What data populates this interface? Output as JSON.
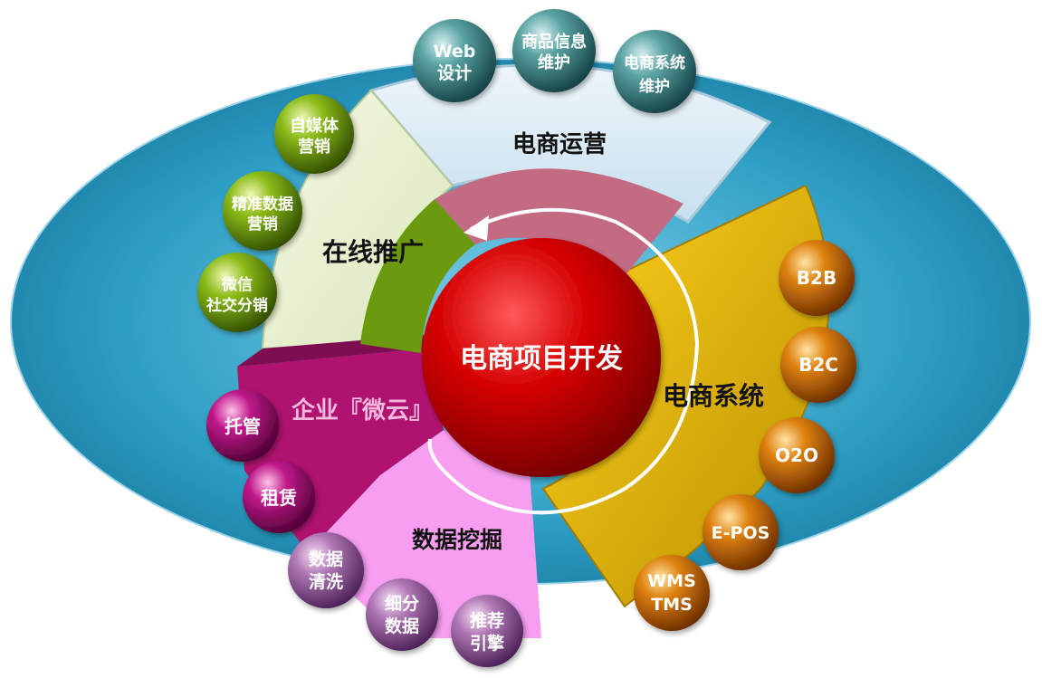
{
  "center": {
    "label": "电商项目开发",
    "color": "#d40000"
  },
  "sectors": [
    {
      "id": "ops",
      "label": "电商运营",
      "color": "#d6eaf4",
      "items": [
        {
          "lines": [
            "Web",
            "设计"
          ]
        },
        {
          "lines": [
            "商品信息",
            "维护"
          ]
        },
        {
          "lines": [
            "电商系统",
            "维护"
          ]
        }
      ],
      "bubble_color": "#2f7c7c"
    },
    {
      "id": "promo",
      "label": "在线推广",
      "color": "#e7f0cf",
      "items": [
        {
          "lines": [
            "自媒体",
            "营销"
          ]
        },
        {
          "lines": [
            "精准数据",
            "营销"
          ]
        },
        {
          "lines": [
            "微信",
            "社交分销"
          ]
        }
      ],
      "bubble_color": "#6b9a0e"
    },
    {
      "id": "cloud",
      "label": "企业『微云』",
      "color": "#b0126f",
      "items": [
        {
          "lines": [
            "托管"
          ]
        },
        {
          "lines": [
            "租赁"
          ]
        }
      ],
      "bubble_color": "#a0105f"
    },
    {
      "id": "data",
      "label": "数据挖掘",
      "color": "#f79ef0",
      "items": [
        {
          "lines": [
            "数据",
            "清洗"
          ]
        },
        {
          "lines": [
            "细分",
            "数据"
          ]
        },
        {
          "lines": [
            "推荐",
            "引擎"
          ]
        }
      ],
      "bubble_color": "#9a4d97"
    },
    {
      "id": "system",
      "label": "电商系统",
      "color": "#c9a200",
      "items": [
        {
          "lines": [
            "B2B"
          ]
        },
        {
          "lines": [
            "B2C"
          ]
        },
        {
          "lines": [
            "O2O"
          ]
        },
        {
          "lines": [
            "E-POS"
          ]
        },
        {
          "lines": [
            "WMS",
            "TMS"
          ]
        }
      ],
      "bubble_color": "#c26a00"
    }
  ],
  "colors": {
    "ellipse": "#2e9fc4",
    "inner_green": "#6b9a0e",
    "inner_pink": "#c46b84"
  }
}
